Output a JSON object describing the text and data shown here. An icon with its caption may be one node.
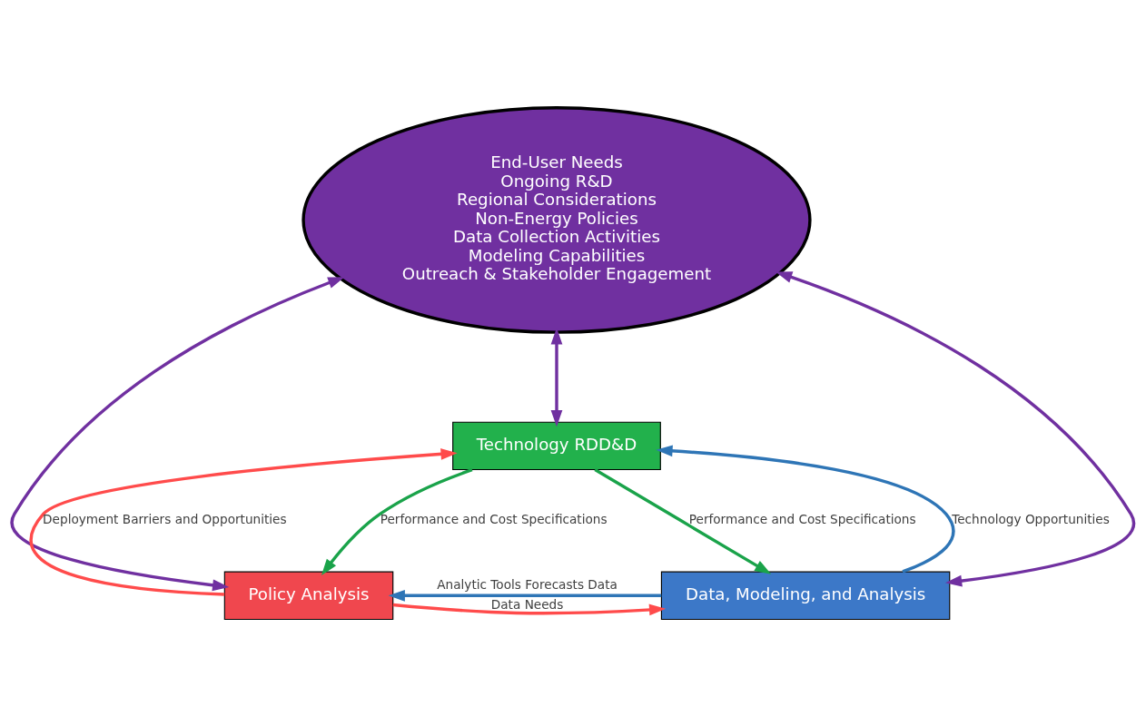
{
  "diagram": {
    "nodes": [
      {
        "text": [
          "End-User Needs",
          "Ongoing R&D",
          "Regional Considerations",
          "Non-Energy Policies",
          "Data Collection Activities",
          "Modeling Capabilities",
          "Outreach & Stakeholder Engagement"
        ]
      },
      {
        "text": [
          "Technology RDD&D"
        ]
      },
      {
        "text": [
          "Policy Analysis"
        ]
      },
      {
        "text": [
          "Data, Modeling, and Analysis"
        ]
      }
    ],
    "edges": [
      {
        "from": 0,
        "to": 1,
        "arrow": "both",
        "color": "#7030a0"
      },
      {
        "from": 0,
        "to": 2,
        "arrow": "both",
        "color": "#7030a0"
      },
      {
        "from": 0,
        "to": 3,
        "arrow": "both",
        "color": "#7030a0"
      },
      {
        "from": 2,
        "to": 1,
        "arrow": "to",
        "label": "Deployment Barriers and Opportunities",
        "color": "#ff4b4b"
      },
      {
        "from": 1,
        "to": 2,
        "arrow": "to",
        "label": "Performance and Cost Specifications",
        "color": "#1aa34a"
      },
      {
        "from": 3,
        "to": 1,
        "arrow": "to",
        "label": "Technology Opportunities",
        "color": "#2e75b6"
      },
      {
        "from": 1,
        "to": 3,
        "arrow": "to",
        "label": "Performance and Cost Specifications",
        "color": "#1aa34a"
      },
      {
        "from": 3,
        "to": 2,
        "arrow": "to",
        "label": "Analytic Tools Forecasts Data",
        "color": "#2e75b6"
      },
      {
        "from": 2,
        "to": 3,
        "arrow": "to",
        "label": "Data Needs",
        "color": "#ff4b4b"
      }
    ]
  }
}
